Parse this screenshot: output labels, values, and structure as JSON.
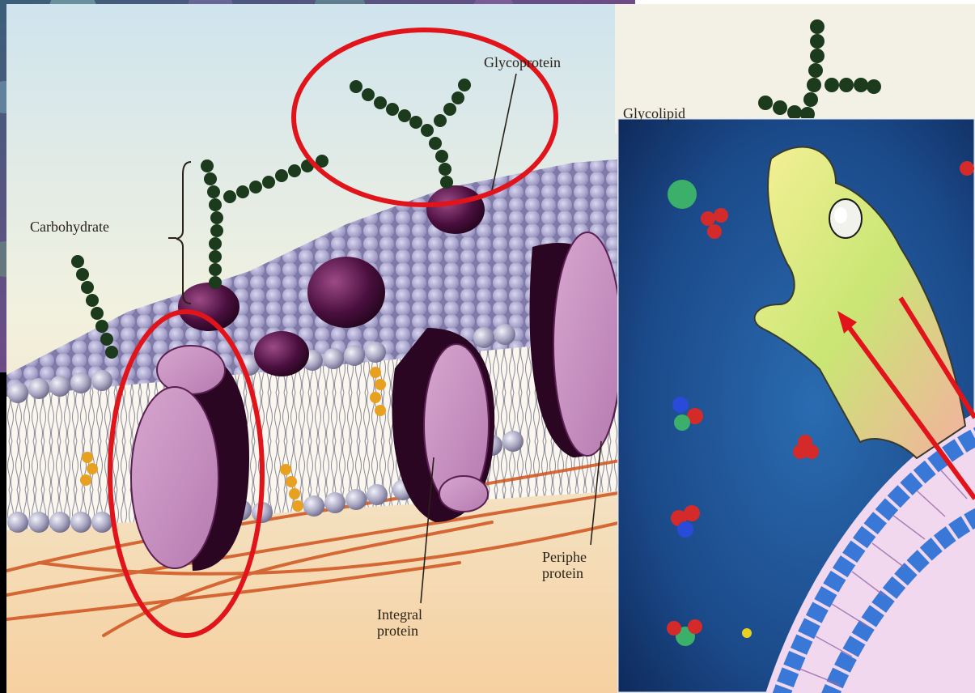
{
  "labels": {
    "carbohydrate": "Carbohydrate",
    "glycoprotein": "Glycoprotein",
    "glycolipid": "Glycolipid",
    "integral_protein": "Integral\nprotein",
    "peripheral_protein": "Periphe\nprotein"
  },
  "colors": {
    "annotation_red": "#e0141a",
    "lipid_head": "#9a98b4",
    "protein_pink": "#c98bc2",
    "protein_dark": "#3a0a30",
    "carbohydrate_green": "#1c3a1c",
    "cytoskeleton_orange": "#d0531e",
    "right_panel_blue": "#1b4a8a"
  }
}
